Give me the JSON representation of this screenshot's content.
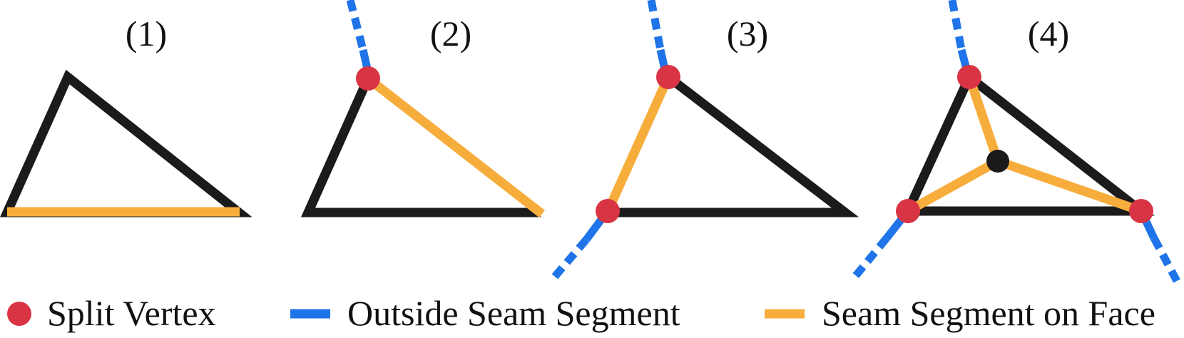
{
  "colors": {
    "triangle": "#1c1b1b",
    "split_vertex": "#d93444",
    "outside_seam": "#1e74e8",
    "seam_on_face": "#f7ad3c",
    "interior_vertex": "#1a1a1a"
  },
  "panels": [
    {
      "label": "(1)"
    },
    {
      "label": "(2)"
    },
    {
      "label": "(3)"
    },
    {
      "label": "(4)"
    }
  ],
  "legend": {
    "split_vertex": "Split Vertex",
    "outside_seam": "Outside Seam Segment",
    "seam_on_face": "Seam Segment on Face"
  }
}
